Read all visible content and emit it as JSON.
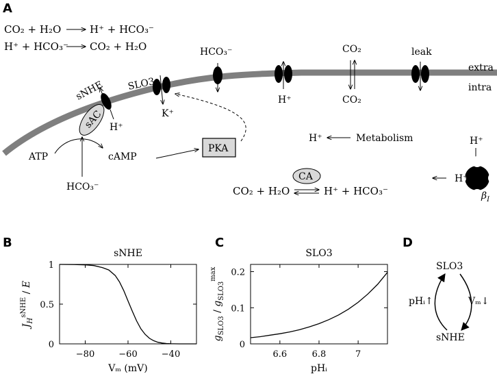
{
  "panel_a": {
    "letter": "A",
    "eq1_left": "CO₂ + H₂O",
    "eq1_right": "H⁺ + HCO₃⁻",
    "eq2_left": "H⁺ + HCO₃⁻",
    "eq2_right": "CO₂ + H₂O",
    "extra": "extra",
    "intra": "intra",
    "snhe": "sNHE",
    "slo3": "SLO3",
    "hco3_top": "HCO₃⁻",
    "co2_top": "CO₂",
    "co2_bottom": "CO₂",
    "leak": "leak",
    "h_channel": "H⁺",
    "h_snhe": "H⁺",
    "k_plus": "K⁺",
    "sac": "sAC",
    "atp": "ATP",
    "camp": "cAMP",
    "pka": "PKA",
    "hco3_bottom": "HCO₃⁻",
    "metab_h": "H⁺",
    "metabolism": "Metabolism",
    "ca": "CA",
    "ca_left": "CO₂ + H₂O",
    "ca_right": "H⁺ + HCO₃⁻",
    "buffer_h_top": "H⁺",
    "buffer_h_left": "H⁺",
    "beta": "β",
    "beta_sub": "I"
  },
  "panel_b": {
    "letter": "B"
  },
  "panel_c": {
    "letter": "C"
  },
  "panel_d": {
    "letter": "D",
    "slo3": "SLO3",
    "snhe": "sNHE",
    "left_label": "pHᵢ↑",
    "right_label": "Vₘ↓"
  },
  "chart_data": [
    {
      "type": "line",
      "title": "sNHE",
      "xlabel": "Vₘ (mV)",
      "ylabel": "J_H^sNHE / E",
      "xlim": [
        -92,
        -28
      ],
      "ylim": [
        0,
        1
      ],
      "xticks": [
        -80,
        -60,
        -40
      ],
      "yticks": [
        0,
        0.5,
        1
      ],
      "x": [
        -92,
        -85,
        -80,
        -76,
        -72,
        -69,
        -66,
        -64,
        -62,
        -60,
        -58,
        -56,
        -54,
        -52,
        -50,
        -48,
        -46,
        -44,
        -42,
        -40,
        -36,
        -32,
        -28
      ],
      "y": [
        1.0,
        0.998,
        0.994,
        0.985,
        0.96,
        0.93,
        0.86,
        0.78,
        0.67,
        0.54,
        0.41,
        0.29,
        0.19,
        0.12,
        0.07,
        0.04,
        0.02,
        0.01,
        0.004,
        0.002,
        0.0,
        0.0,
        0.0
      ]
    },
    {
      "type": "line",
      "title": "SLO3",
      "xlabel": "pHᵢ",
      "ylabel": "g_SLO3 / g_SLO3^max",
      "xlim": [
        6.45,
        7.15
      ],
      "ylim": [
        0,
        0.22
      ],
      "xticks": [
        6.6,
        6.8,
        7
      ],
      "yticks": [
        0,
        0.1,
        0.2
      ],
      "x": [
        6.45,
        6.5,
        6.55,
        6.6,
        6.65,
        6.7,
        6.75,
        6.8,
        6.85,
        6.9,
        6.95,
        7.0,
        7.05,
        7.1,
        7.15
      ],
      "y": [
        0.017,
        0.02,
        0.024,
        0.028,
        0.033,
        0.039,
        0.047,
        0.056,
        0.067,
        0.08,
        0.096,
        0.115,
        0.138,
        0.165,
        0.198
      ]
    }
  ]
}
